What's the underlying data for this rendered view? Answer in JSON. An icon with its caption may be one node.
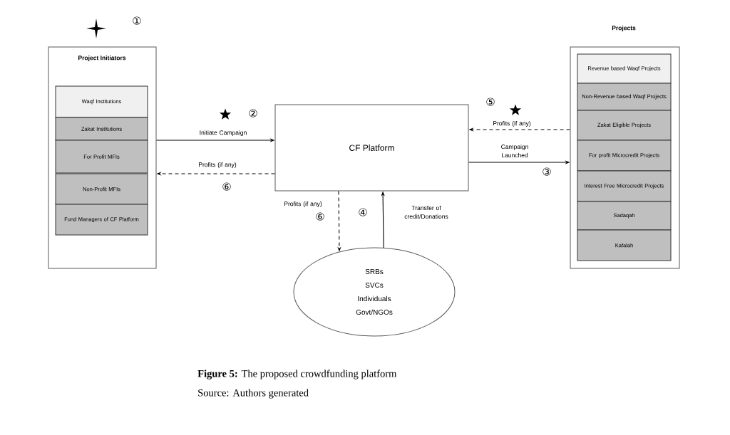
{
  "diagram": {
    "caption": "**Figure 5:** The proposed crowdfunding platform",
    "nodes": [
      {
        "text": [
          "Project Initiators"
        ]
      },
      {
        "text": [
          "Waqf Institutions"
        ],
        "in": 0
      },
      {
        "text": [
          "Zakat Institutions"
        ],
        "in": 0
      },
      {
        "text": [
          "For Profit MFIs"
        ],
        "in": 0
      },
      {
        "text": [
          "Non-Profit MFIs"
        ],
        "in": 0
      },
      {
        "text": [
          "Fund Managers of CF Platform"
        ],
        "in": 0
      },
      {
        "text": [
          "CF Platform"
        ]
      },
      {
        "text": [
          "Projects"
        ]
      },
      {
        "text": [
          "Revenue based Waqf Projects"
        ],
        "in": 7
      },
      {
        "text": [
          "Non-Revenue based Waqf Projects"
        ],
        "in": 7
      },
      {
        "text": [
          "Zakat Eligible Projects"
        ],
        "in": 7
      },
      {
        "text": [
          "For profit Microcredit Projects"
        ],
        "in": 7
      },
      {
        "text": [
          "Interest Free Microcredit Projects"
        ],
        "in": 7
      },
      {
        "text": [
          "Sadaqah"
        ],
        "in": 7
      },
      {
        "text": [
          "Kafalah"
        ],
        "in": 7
      },
      {
        "text": [
          "SRBs",
          "SVCs",
          "Individuals",
          "Govt/NGOs"
        ]
      }
    ],
    "edges": [
      {
        "from": 0,
        "to": 6,
        "arrow": "to",
        "label": "Initiate Campaign"
      },
      {
        "from": 6,
        "to": 0,
        "arrow": "to",
        "label": "Profits (if any)",
        "style": "dashed"
      },
      {
        "from": 7,
        "to": 6,
        "arrow": "to",
        "label": "Profits (if any)",
        "style": "dashed"
      },
      {
        "from": 6,
        "to": 7,
        "arrow": "to",
        "label": "Campaign Launched"
      },
      {
        "from": 6,
        "to": 15,
        "arrow": "to",
        "label": "Profits (if any)",
        "style": "dashed"
      },
      {
        "from": 15,
        "to": 6,
        "arrow": "to",
        "label": "Transfer of credit/Donations"
      }
    ],
    "labels": [
      "①",
      "②",
      "⑤",
      "③",
      "⑥",
      "⑥",
      "④",
      "Source: Authors generated"
    ]
  }
}
